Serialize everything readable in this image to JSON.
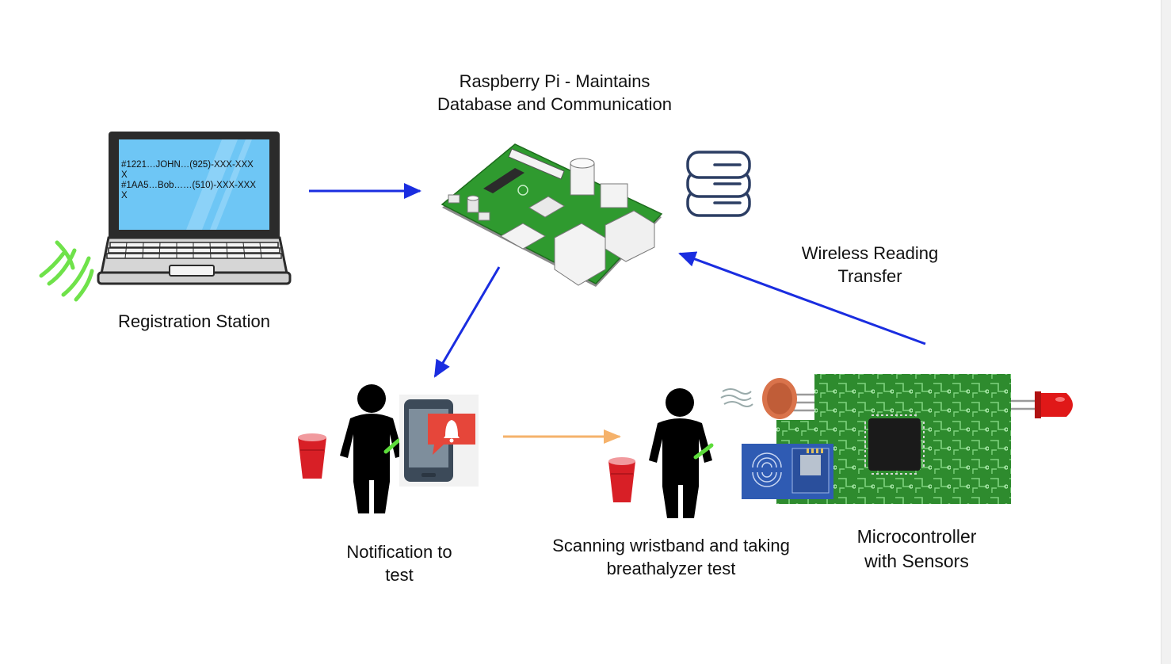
{
  "labels": {
    "raspberry_pi": [
      "Raspberry Pi - Maintains",
      "Database and Communication"
    ],
    "registration_station": "Registration Station",
    "wireless_transfer": [
      "Wireless Reading",
      "Transfer"
    ],
    "notification": [
      "Notification to",
      "test"
    ],
    "scanning": [
      "Scanning wristband and taking",
      "breathalyzer test"
    ],
    "microcontroller": [
      "Microcontroller",
      "with Sensors"
    ]
  },
  "laptop_screen": {
    "line1": "#1221…JOHN…(925)-XXX-XXX",
    "line1_wrap": "X",
    "line2": "#1AA5…Bob……(510)-XXX-XXX",
    "line2_wrap": "X"
  },
  "icons": [
    "laptop-icon",
    "raspberry-pi-icon",
    "database-icon",
    "person-icon",
    "smartphone-icon",
    "bell-icon",
    "red-cup-icon",
    "microcontroller-board-icon",
    "rfid-reader-icon",
    "gas-sensor-icon",
    "led-icon",
    "wristband-icon",
    "wifi-waves-icon"
  ],
  "colors": {
    "arrow_blue": "#1a2de0",
    "arrow_orange": "#f5b26b",
    "board_green": "#2e8b2e",
    "screen_blue": "#6ec6f5",
    "cup_red": "#d81f26",
    "wristband_green": "#5ddc3b"
  }
}
